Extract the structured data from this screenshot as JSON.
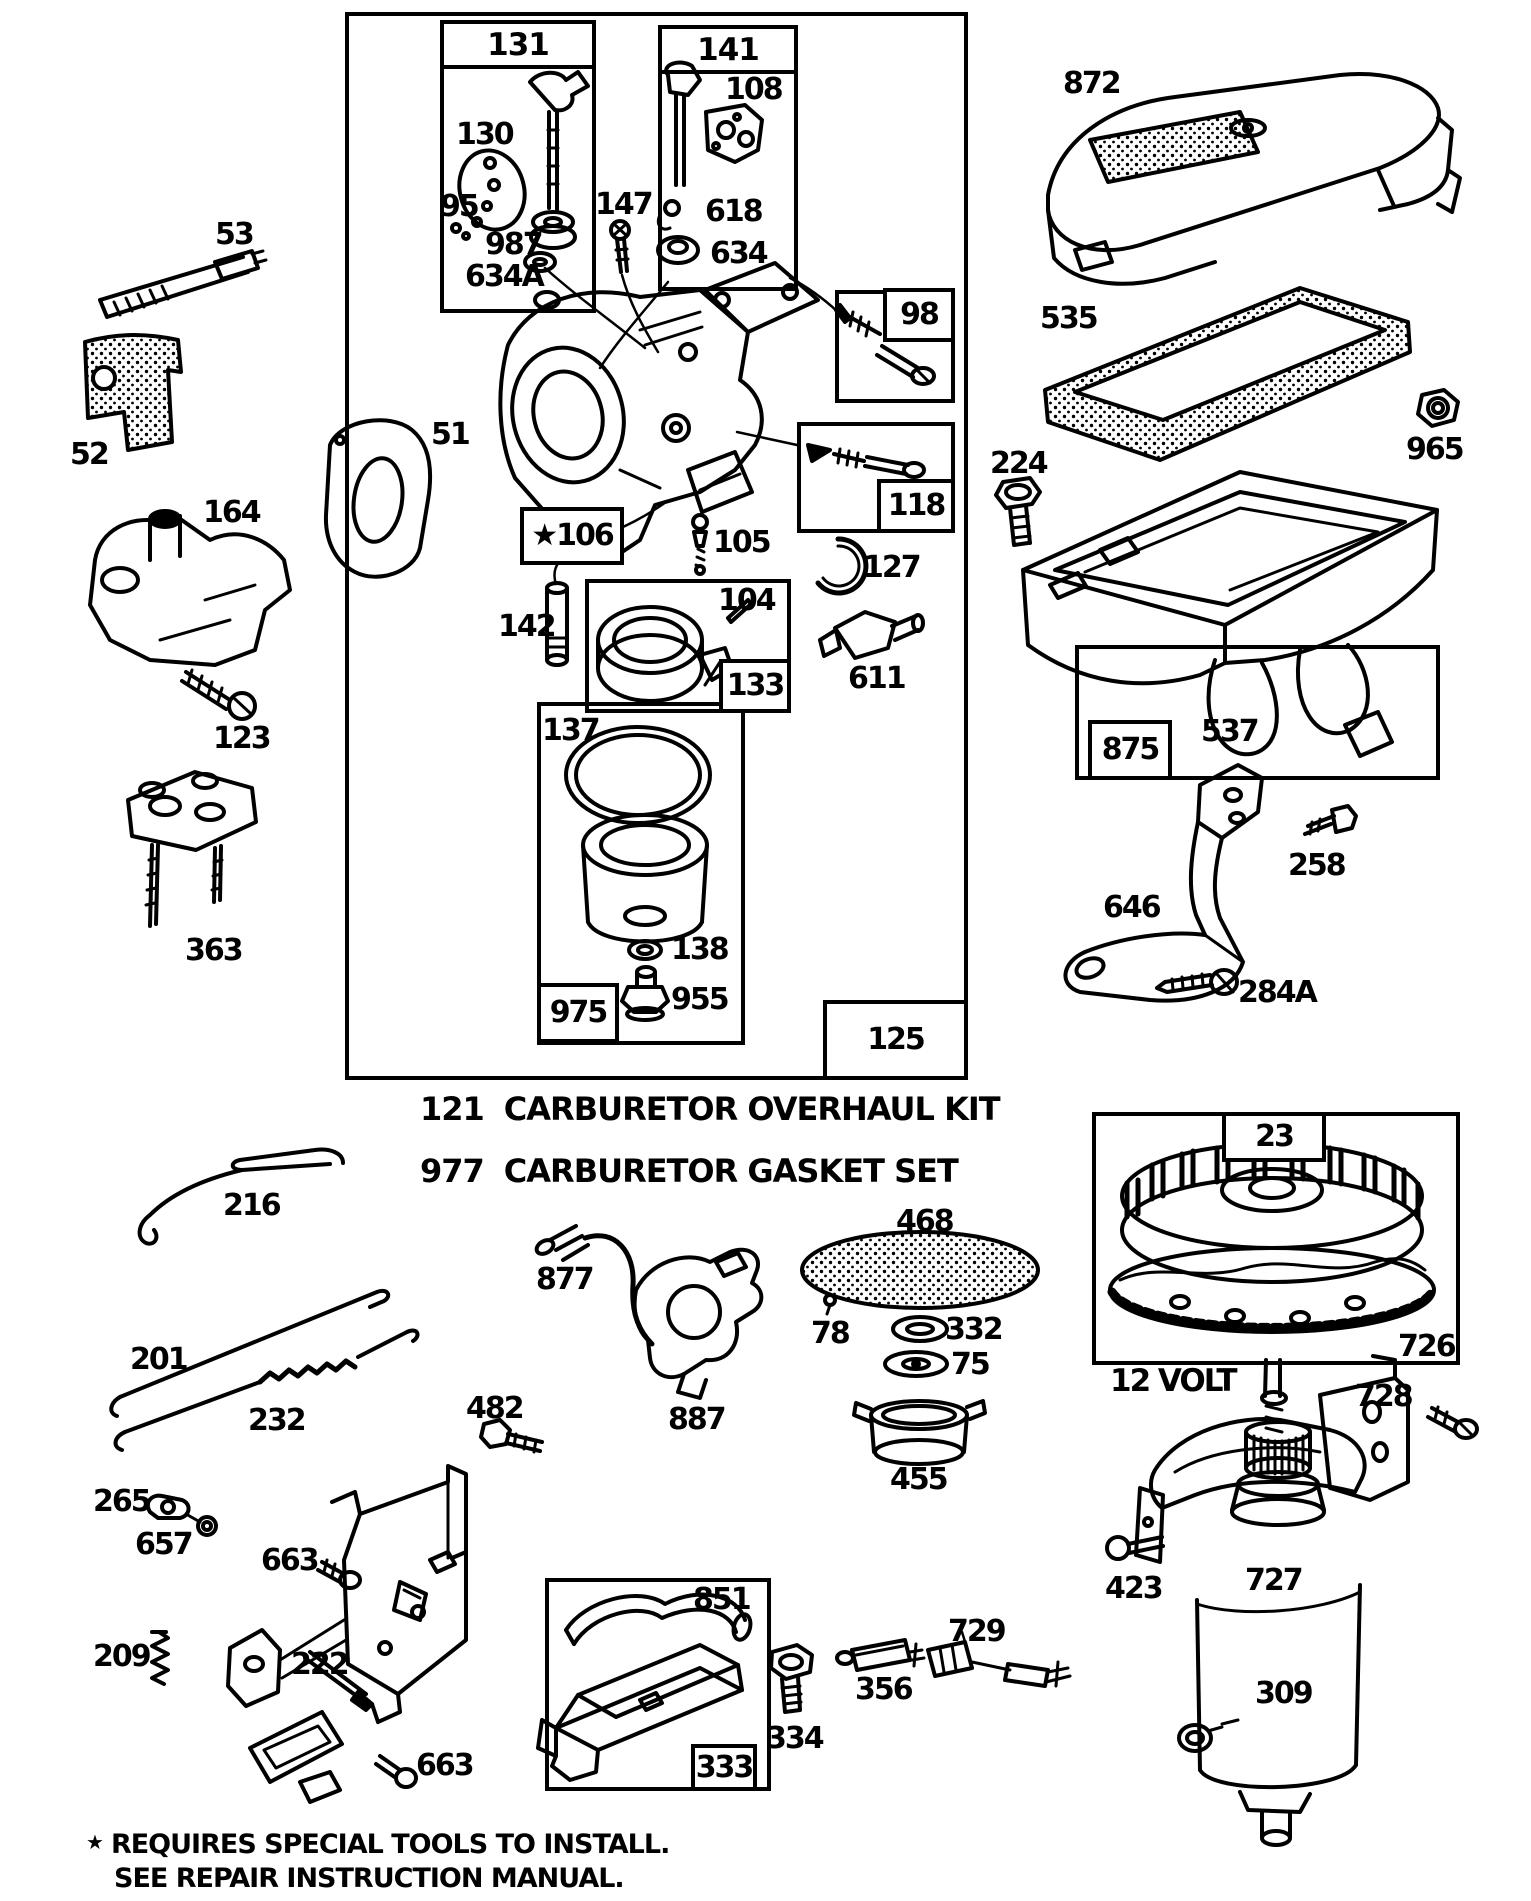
{
  "labels": {
    "p53": "53",
    "p52": "52",
    "p164": "164",
    "p123": "123",
    "p363": "363",
    "p131": "131",
    "p130": "130",
    "p95": "95",
    "p987": "987",
    "p634a": "634A",
    "p147": "147",
    "p141": "141",
    "p108": "108",
    "p618": "618",
    "p634": "634",
    "p51": "51",
    "p98": "98",
    "p118": "118",
    "p106": "★106",
    "p105": "105",
    "p127": "127",
    "p142": "142",
    "p104": "104",
    "p133": "133",
    "p137": "137",
    "p138": "138",
    "p955": "955",
    "p975": "975",
    "p125": "125",
    "p611": "611",
    "p224": "224",
    "p872": "872",
    "p535": "535",
    "p965": "965",
    "p537": "537",
    "p875": "875",
    "p646": "646",
    "p258": "258",
    "p284a": "284A",
    "p216": "216",
    "p201": "201",
    "p232": "232",
    "p482": "482",
    "p877": "877",
    "p887": "887",
    "p78": "78",
    "p468": "468",
    "p332": "332",
    "p75": "75",
    "p455": "455",
    "p265": "265",
    "p657": "657",
    "p663a": "663",
    "p209": "209",
    "p222": "222",
    "p663b": "663",
    "p851": "851",
    "p333": "333",
    "p334": "334",
    "p356": "356",
    "p729": "729",
    "p23": "23",
    "p726": "726",
    "p12volt": "12 VOLT",
    "p728": "728",
    "p423": "423",
    "p727": "727",
    "p309": "309"
  },
  "kit_notes": [
    {
      "num": "121",
      "text": "CARBURETOR OVERHAUL KIT"
    },
    {
      "num": "977",
      "text": "CARBURETOR GASKET SET"
    }
  ],
  "footnote": {
    "star": "★",
    "line1": "REQUIRES SPECIAL TOOLS TO INSTALL.",
    "line2": "SEE REPAIR INSTRUCTION MANUAL."
  }
}
